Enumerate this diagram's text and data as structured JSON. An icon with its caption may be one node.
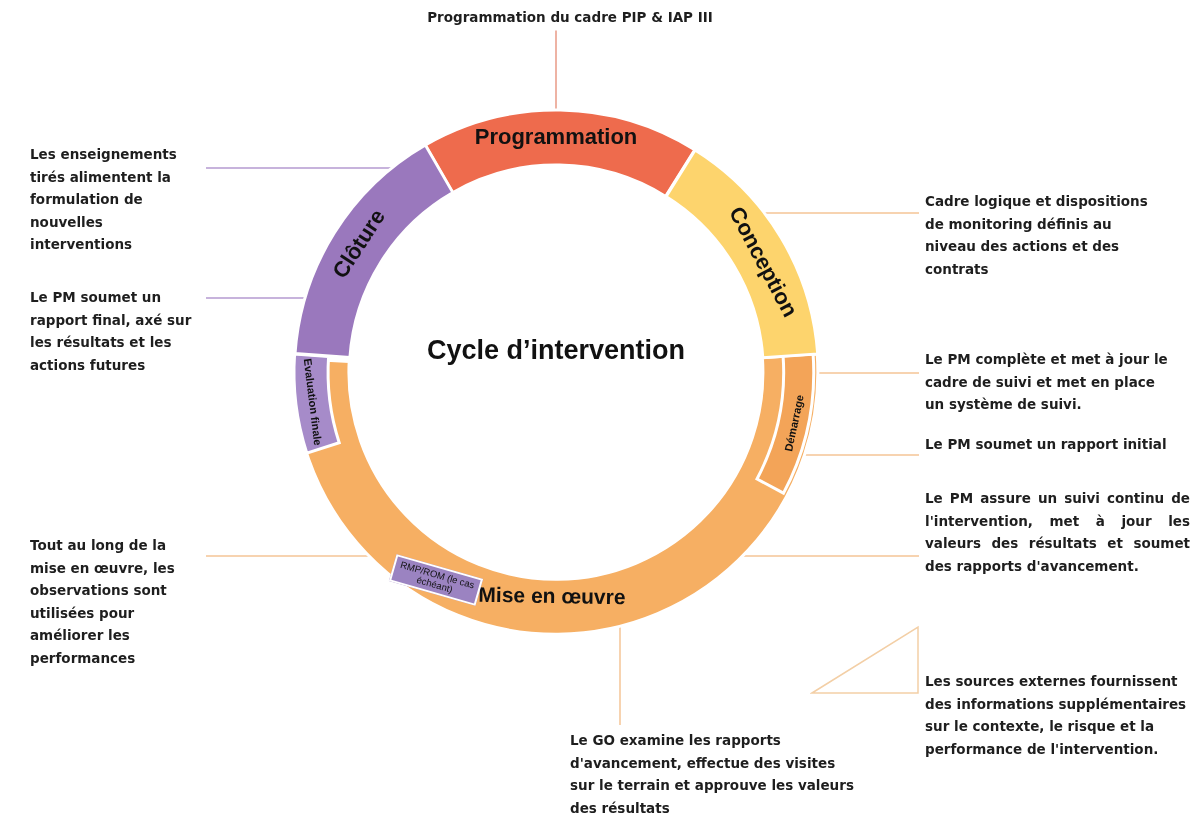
{
  "diagram": {
    "title": "Cycle d’intervention",
    "nodes": [
      {
        "text": [
          "Programmation"
        ]
      },
      {
        "text": [
          "Conception"
        ]
      },
      {
        "text": [
          "Démarrage"
        ],
        "in": 3
      },
      {
        "text": [
          "Mise en œuvre"
        ]
      },
      {
        "text": [
          "RMP/ROM (le cas échéant)"
        ],
        "in": 3
      },
      {
        "text": [
          "Evaluation finale"
        ],
        "in": 3
      },
      {
        "text": [
          "Clôture"
        ]
      },
      {
        "text": [
          "Programmation du cadre PIP & IAP III"
        ]
      },
      {
        "text": [
          "Cadre logique et dispositions de monitoring définis au niveau des actions et des contrats"
        ]
      },
      {
        "text": [
          "Le PM complète et met à jour le cadre de suivi et met en place un système de suivi."
        ]
      },
      {
        "text": [
          "Le PM soumet un rapport initial"
        ]
      },
      {
        "text": [
          "Le PM assure un suivi continu de l'intervention, met à jour les valeurs des résultats et soumet des rapports d'avancement."
        ]
      },
      {
        "text": [
          "Le GO examine les rapports d'avancement, effectue des visites sur le terrain et approuve les valeurs des résultats"
        ]
      },
      {
        "text": [
          "Tout au long de la mise en œuvre, les observations sont utilisées pour améliorer les performances"
        ]
      },
      {
        "text": [
          "Les enseignements tirés alimentent la formulation de nouvelles interventions"
        ]
      },
      {
        "text": [
          "Le PM soumet un rapport final, axé sur les résultats et les actions futures"
        ]
      },
      {
        "text": [],
        "shape": "triangle"
      }
    ],
    "edges": [
      {
        "from": 7,
        "to": 0,
        "arrow": "none",
        "color": "#e99a86"
      },
      {
        "from": 8,
        "to": 1,
        "arrow": "none"
      },
      {
        "from": 9,
        "to": 2,
        "arrow": "none"
      },
      {
        "from": 10,
        "to": 2,
        "arrow": "none"
      },
      {
        "from": 11,
        "to": 3,
        "arrow": "none"
      },
      {
        "from": 12,
        "to": 3,
        "arrow": "none"
      },
      {
        "from": 13,
        "to": 3,
        "arrow": "none"
      },
      {
        "from": 14,
        "to": 6,
        "arrow": "none",
        "color": "#b49ad0"
      },
      {
        "from": 15,
        "to": 6,
        "arrow": "none",
        "color": "#b49ad0"
      }
    ],
    "labels": [
      "Les sources externes fournissent des informations supplémentaires sur le contexte, le risque et la performance de l'intervention."
    ]
  }
}
